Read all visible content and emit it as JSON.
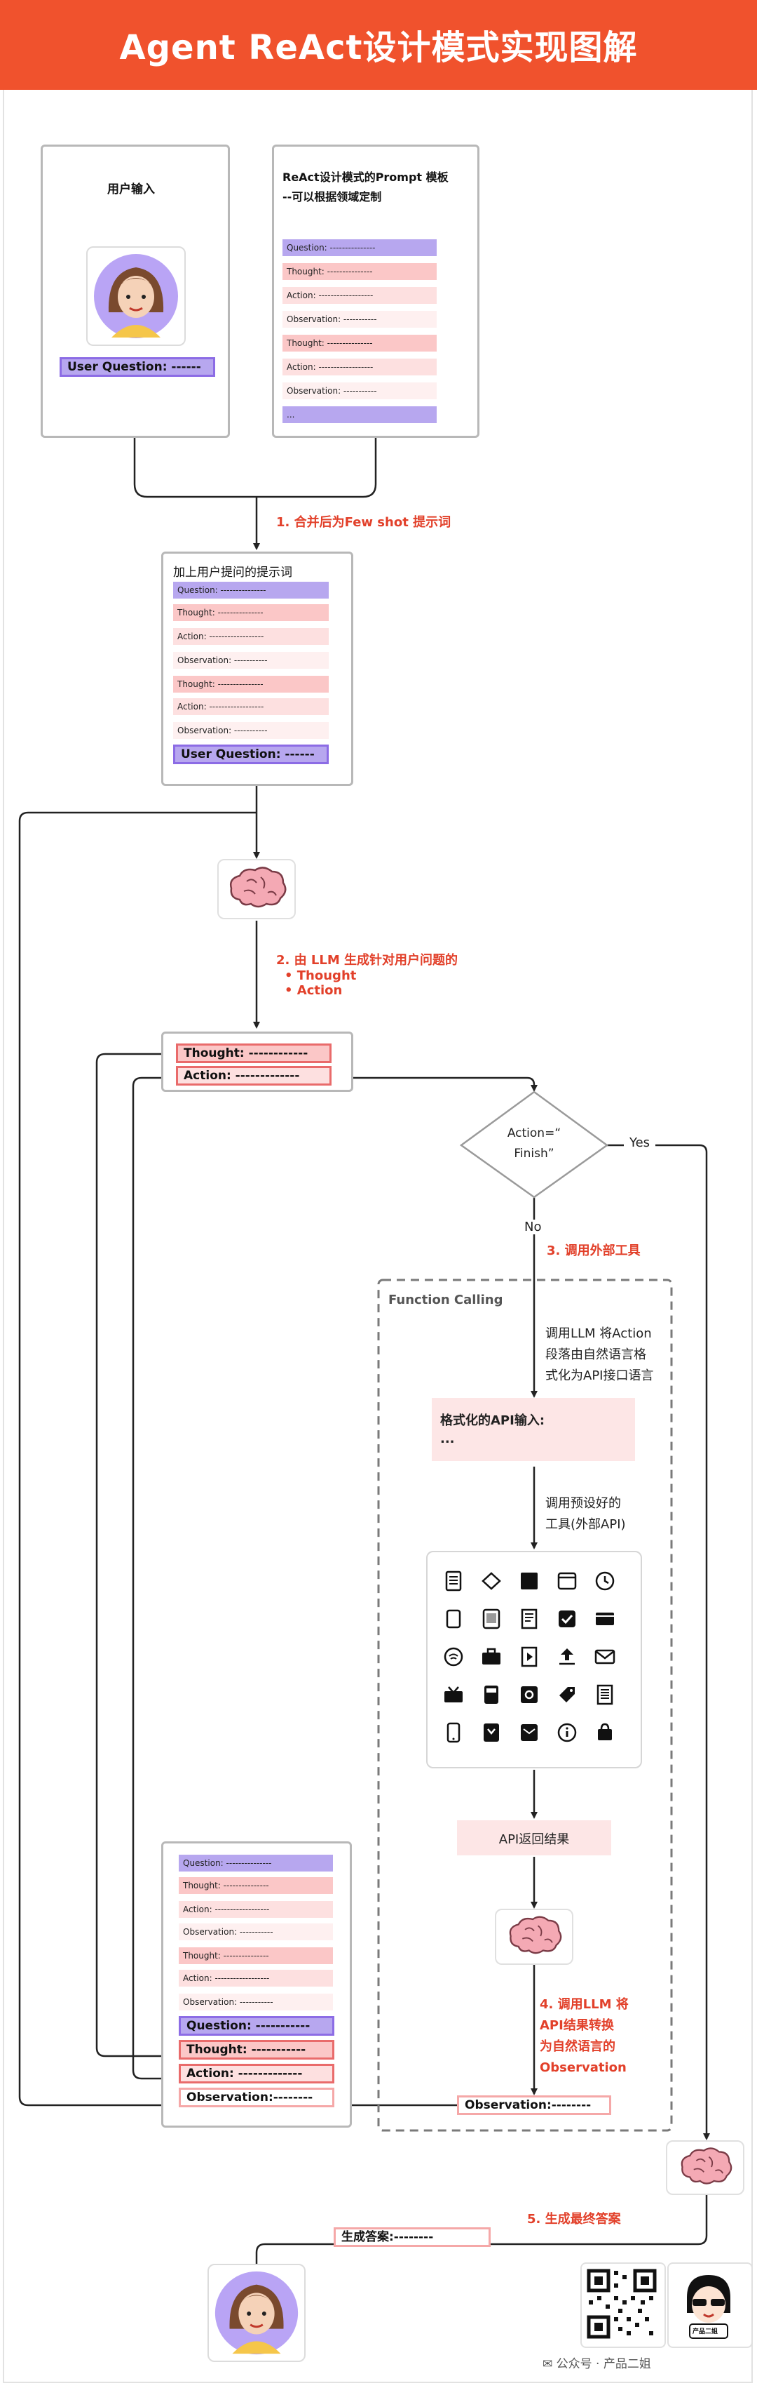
{
  "header": {
    "title": "Agent ReAct设计模式实现图解"
  },
  "user_input_box": {
    "title": "用户输入",
    "user_question": "User Question: ------"
  },
  "template_box": {
    "title_line1": "ReAct设计模式的Prompt 模板",
    "title_line2": "--可以根据领域定制",
    "rows": [
      "Question: ---------------",
      "Thought: ---------------",
      "Action: ------------------",
      "Observation: -----------",
      "Thought: ---------------",
      "Action: ------------------",
      "Observation: -----------",
      "..."
    ]
  },
  "step1": {
    "label": "1. 合并后为Few shot 提示词"
  },
  "merged_box": {
    "title": "加上用户提问的提示词",
    "rows": [
      "Question: ---------------",
      "Thought: ---------------",
      "Action: ------------------",
      "Observation: -----------",
      "Thought: ---------------",
      "Action: ------------------",
      "Observation: -----------"
    ],
    "user_question": "User Question: ------"
  },
  "step2": {
    "label": "2. 由 LLM 生成针对用户问题的",
    "bullets": [
      "Thought",
      "Action"
    ]
  },
  "generated": {
    "thought": "Thought: ------------",
    "action": "Action: -------------"
  },
  "decision": {
    "line1": "Action=“",
    "line2": "Finish”",
    "yes": "Yes",
    "no": "No"
  },
  "step3": {
    "label": "3. 调用外部工具"
  },
  "function_calling": {
    "title": "Function Calling",
    "desc_lines": [
      "调用LLM 将Action",
      "段落由自然语言格",
      "式化为API接口语言"
    ],
    "api_input_line1": "格式化的API输入:",
    "api_input_line2": "...",
    "tools_lines": [
      "调用预设好的",
      "工具(外部API)"
    ],
    "api_result": "API返回结果"
  },
  "icons": [
    "document-icon",
    "diamond-icon",
    "square-black-icon",
    "window-icon",
    "clock-icon",
    "blank-page-icon",
    "tablet-icon",
    "notes-icon",
    "checkbox-icon",
    "card-icon",
    "wifi-icon",
    "briefcase-icon",
    "play-doc-icon",
    "upload-icon",
    "mail-icon",
    "inbox-icon",
    "calculator-icon",
    "gear-icon",
    "tag-icon",
    "list-icon",
    "phone-icon",
    "bookmark-icon",
    "email-icon",
    "info-icon",
    "bag-icon"
  ],
  "step4": {
    "lines": [
      "4. 调用LLM 将",
      "API结果转换",
      "为自然语言的",
      "Observation"
    ]
  },
  "observation_out": "Observation:--------",
  "final_stack": {
    "rows": [
      "Question: ---------------",
      "Thought: ---------------",
      "Action: ------------------",
      "Observation: -----------",
      "Thought: ---------------",
      "Action: ------------------",
      "Observation: -----------"
    ],
    "question": "Question: -----------",
    "thought": "Thought: -----------",
    "action": "Action: -------------",
    "observation": "Observation:--------"
  },
  "step5": {
    "label": "5. 生成最终答案"
  },
  "final_answer": "生成答案:--------",
  "footer": {
    "caption": "公众号 · 产品二姐",
    "mascot_text": "产品二姐"
  },
  "colors": {
    "accent": "#f0522d",
    "red_text": "#e2402a",
    "question": "#b7a7ef",
    "thought": "#fbc7c7"
  }
}
